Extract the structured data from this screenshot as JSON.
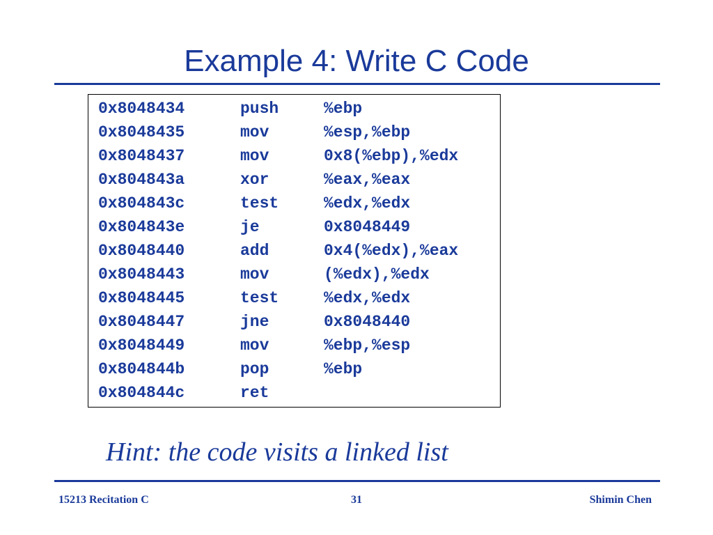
{
  "slide": {
    "title": "Example 4: Write C Code",
    "hint": "Hint: the code visits a linked list",
    "code": [
      {
        "addr": "0x8048434",
        "op": "push",
        "args": "%ebp"
      },
      {
        "addr": "0x8048435",
        "op": "mov",
        "args": "%esp,%ebp"
      },
      {
        "addr": "0x8048437",
        "op": "mov",
        "args": "0x8(%ebp),%edx"
      },
      {
        "addr": "0x804843a",
        "op": "xor",
        "args": "%eax,%eax"
      },
      {
        "addr": "0x804843c",
        "op": "test",
        "args": "%edx,%edx"
      },
      {
        "addr": "0x804843e",
        "op": "je",
        "args": "0x8048449"
      },
      {
        "addr": "0x8048440",
        "op": "add",
        "args": "0x4(%edx),%eax"
      },
      {
        "addr": "0x8048443",
        "op": "mov",
        "args": "(%edx),%edx"
      },
      {
        "addr": "0x8048445",
        "op": "test",
        "args": "%edx,%edx"
      },
      {
        "addr": "0x8048447",
        "op": "jne",
        "args": "0x8048440"
      },
      {
        "addr": "0x8048449",
        "op": "mov",
        "args": "%ebp,%esp"
      },
      {
        "addr": "0x804844b",
        "op": "pop",
        "args": "%ebp"
      },
      {
        "addr": "0x804844c",
        "op": "ret",
        "args": ""
      }
    ]
  },
  "footer": {
    "left": "15213 Recitation C",
    "page_number": "31",
    "right": "Shimin Chen"
  },
  "colors": {
    "accent": "#1a3a9a",
    "background": "#ffffff",
    "box_border": "#000000"
  }
}
